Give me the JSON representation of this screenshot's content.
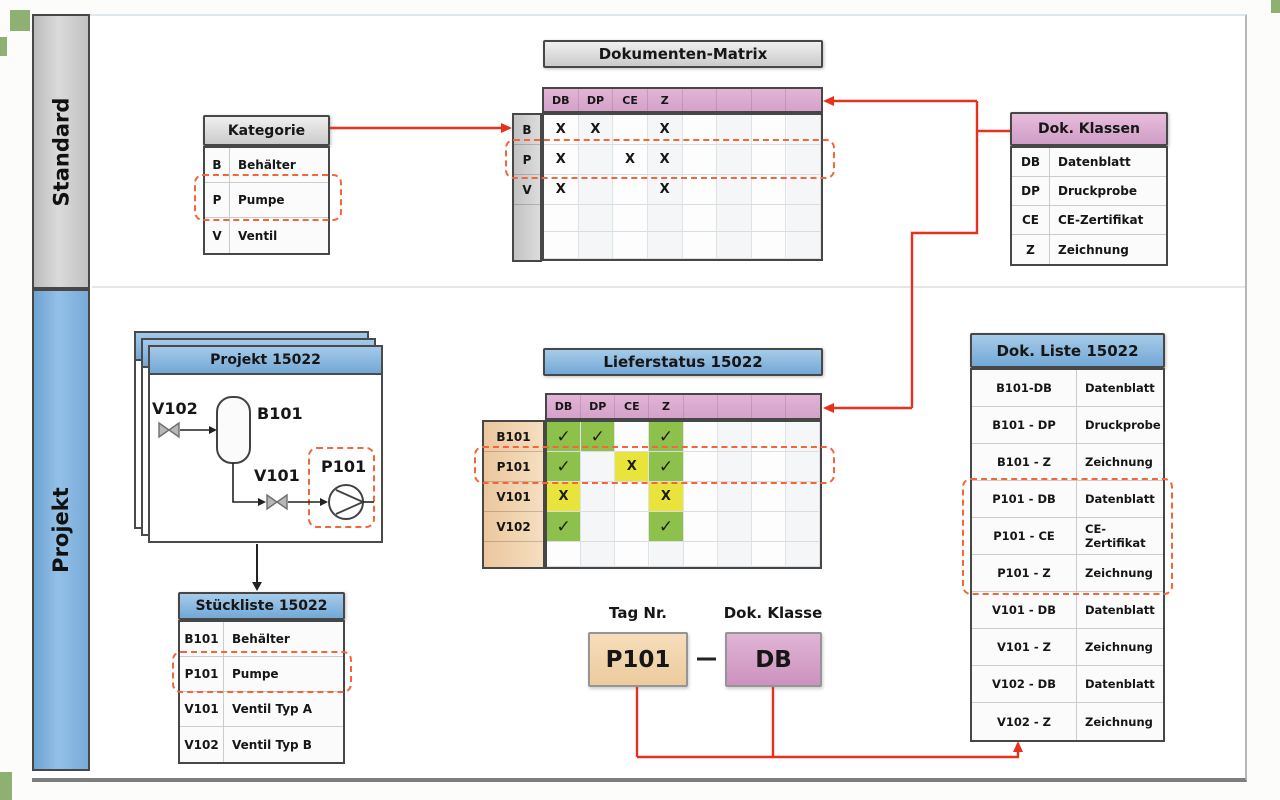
{
  "sidebar": {
    "standard_label": "Standard",
    "projekt_label": "Projekt"
  },
  "mark_glyphs": {
    "ok": "✓",
    "warn": "X"
  },
  "colors": {
    "accent_red": "#e8301c",
    "highlight_dashed_orange": "#f4653a",
    "status_ok_green": "#8dc14c",
    "status_warn_yellow": "#e9e43b",
    "doc_class_pink": "#d5a2c9",
    "project_blue": "#73a8d6",
    "tag_tan": "#eccb9e",
    "standard_gray": "#cbcbcb"
  },
  "dokumenten_matrix": {
    "title": "Dokumenten-Matrix",
    "col_headers": [
      "DB",
      "DP",
      "CE",
      "Z",
      "",
      "",
      "",
      ""
    ],
    "rows": [
      {
        "id": "B",
        "cells": [
          "X",
          "X",
          "",
          "X",
          "",
          "",
          "",
          ""
        ]
      },
      {
        "id": "P",
        "cells": [
          "X",
          "",
          "X",
          "X",
          "",
          "",
          "",
          ""
        ]
      },
      {
        "id": "V",
        "cells": [
          "X",
          "",
          "",
          "X",
          "",
          "",
          "",
          ""
        ]
      }
    ]
  },
  "kategorie": {
    "title": "Kategorie",
    "rows": [
      {
        "id": "B",
        "label": "Behälter"
      },
      {
        "id": "P",
        "label": "Pumpe"
      },
      {
        "id": "V",
        "label": "Ventil"
      }
    ]
  },
  "dok_klassen": {
    "title": "Dok. Klassen",
    "rows": [
      {
        "id": "DB",
        "label": "Datenblatt"
      },
      {
        "id": "DP",
        "label": "Druckprobe"
      },
      {
        "id": "CE",
        "label": "CE-Zertifikat"
      },
      {
        "id": "Z",
        "label": "Zeichnung"
      }
    ]
  },
  "projekt_card": {
    "title": "Projekt 15022",
    "v102_label": "V102",
    "b101_label": "B101",
    "v101_label": "V101",
    "p101_label": "P101"
  },
  "lieferstatus": {
    "title": "Lieferstatus 15022",
    "col_headers": [
      "DB",
      "DP",
      "CE",
      "Z",
      "",
      "",
      "",
      ""
    ],
    "rows": [
      {
        "id": "B101",
        "cells": [
          "ok",
          "ok",
          "",
          "ok",
          "",
          "",
          "",
          ""
        ]
      },
      {
        "id": "P101",
        "cells": [
          "ok",
          "",
          "warn",
          "ok",
          "",
          "",
          "",
          ""
        ]
      },
      {
        "id": "V101",
        "cells": [
          "warn",
          "",
          "",
          "warn",
          "",
          "",
          "",
          ""
        ]
      },
      {
        "id": "V102",
        "cells": [
          "ok",
          "",
          "",
          "ok",
          "",
          "",
          "",
          ""
        ]
      }
    ]
  },
  "stueckliste": {
    "title": "Stückliste 15022",
    "rows": [
      {
        "id": "B101",
        "label": "Behälter"
      },
      {
        "id": "P101",
        "label": "Pumpe"
      },
      {
        "id": "V101",
        "label": "Ventil Typ A"
      },
      {
        "id": "V102",
        "label": "Ventil Typ B"
      }
    ]
  },
  "dok_liste": {
    "title": "Dok. Liste 15022",
    "rows": [
      {
        "id": "B101-DB",
        "label": "Datenblatt"
      },
      {
        "id": "B101 - DP",
        "label": "Druckprobe"
      },
      {
        "id": "B101 - Z",
        "label": "Zeichnung"
      },
      {
        "id": "P101 - DB",
        "label": "Datenblatt"
      },
      {
        "id": "P101 - CE",
        "label": "CE-Zertifikat"
      },
      {
        "id": "P101 - Z",
        "label": "Zeichnung"
      },
      {
        "id": "V101 - DB",
        "label": "Datenblatt"
      },
      {
        "id": "V101 - Z",
        "label": "Zeichnung"
      },
      {
        "id": "V102 - DB",
        "label": "Datenblatt"
      },
      {
        "id": "V102 - Z",
        "label": "Zeichnung"
      }
    ]
  },
  "tag_assembly": {
    "tag_label": "Tag Nr.",
    "tag_value": "P101",
    "class_label": "Dok. Klasse",
    "class_value": "DB"
  }
}
